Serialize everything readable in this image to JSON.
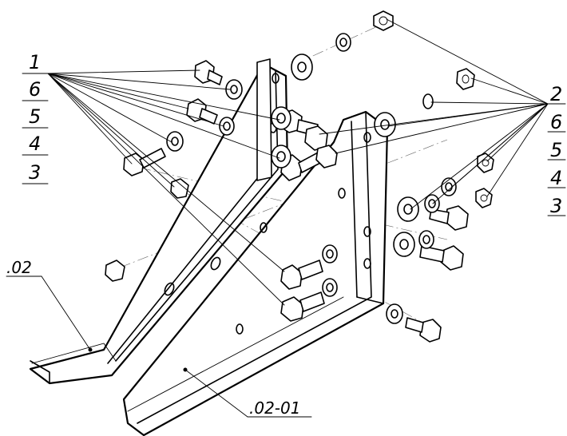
{
  "callouts": {
    "left_stack": [
      "1",
      "6",
      "5",
      "4",
      "3"
    ],
    "right_stack": [
      "2",
      "6",
      "5",
      "4",
      "3"
    ],
    "part_a": ".02",
    "part_b": ".02-01"
  }
}
